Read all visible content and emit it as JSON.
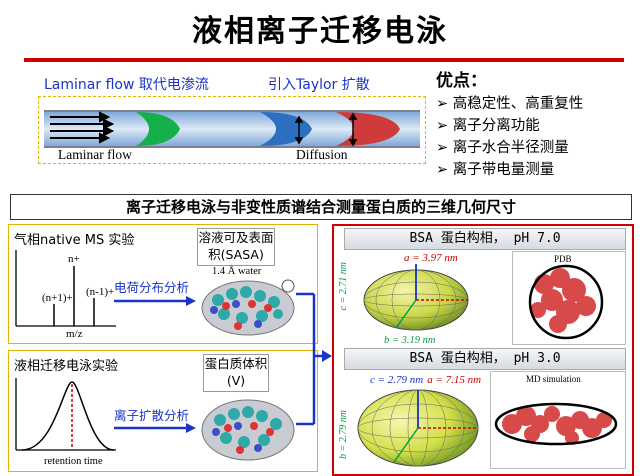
{
  "title": "液相离子迁移电泳",
  "flow": {
    "left_caption": "Laminar flow 取代电渗流",
    "right_caption": "引入Taylor  扩散",
    "bottom_left": "Laminar flow",
    "bottom_right": "Diffusion"
  },
  "advantages": {
    "heading": "优点：",
    "items": [
      "高稳定性、高重复性",
      "离子分离功能",
      "离子水合半径测量",
      "离子带电量测量"
    ]
  },
  "section_title": "离子迁移电泳与非变性质谱结合测量蛋白质的三维几何尺寸",
  "ms_panel": {
    "title": "气相native MS 实验",
    "peak_top": "n+",
    "peak_left": "(n+1)+",
    "peak_right": "(n-1)+",
    "xaxis": "m/z",
    "arrow": "电荷分布分析",
    "result_title": "溶液可及表面积(SASA)",
    "probe": "1.4 Å water"
  },
  "lc_panel": {
    "title": "液相迁移电泳实验",
    "xaxis": "retention time",
    "arrow": "离子扩散分析",
    "result_title": "蛋白质体积",
    "result_sub": "(V)"
  },
  "bsa_top": {
    "title": "BSA  蛋白构相，  pH  7.0",
    "a_label": "a = 3.97 nm",
    "b_label": "b = 3.19 nm",
    "c_label": "c = 2.71 nm",
    "ref_label": "PDB"
  },
  "bsa_bottom": {
    "title": "BSA  蛋白构相，  pH  3.0",
    "c_label": "c = 2.79 nm",
    "a_label": "a = 7.15 nm",
    "b_label": "b = 2.79 nm",
    "ref_label": "MD simulation"
  },
  "colors": {
    "accent_red": "#d00000",
    "accent_blue": "#1a33c8",
    "dash_gold": "#e0b400"
  }
}
